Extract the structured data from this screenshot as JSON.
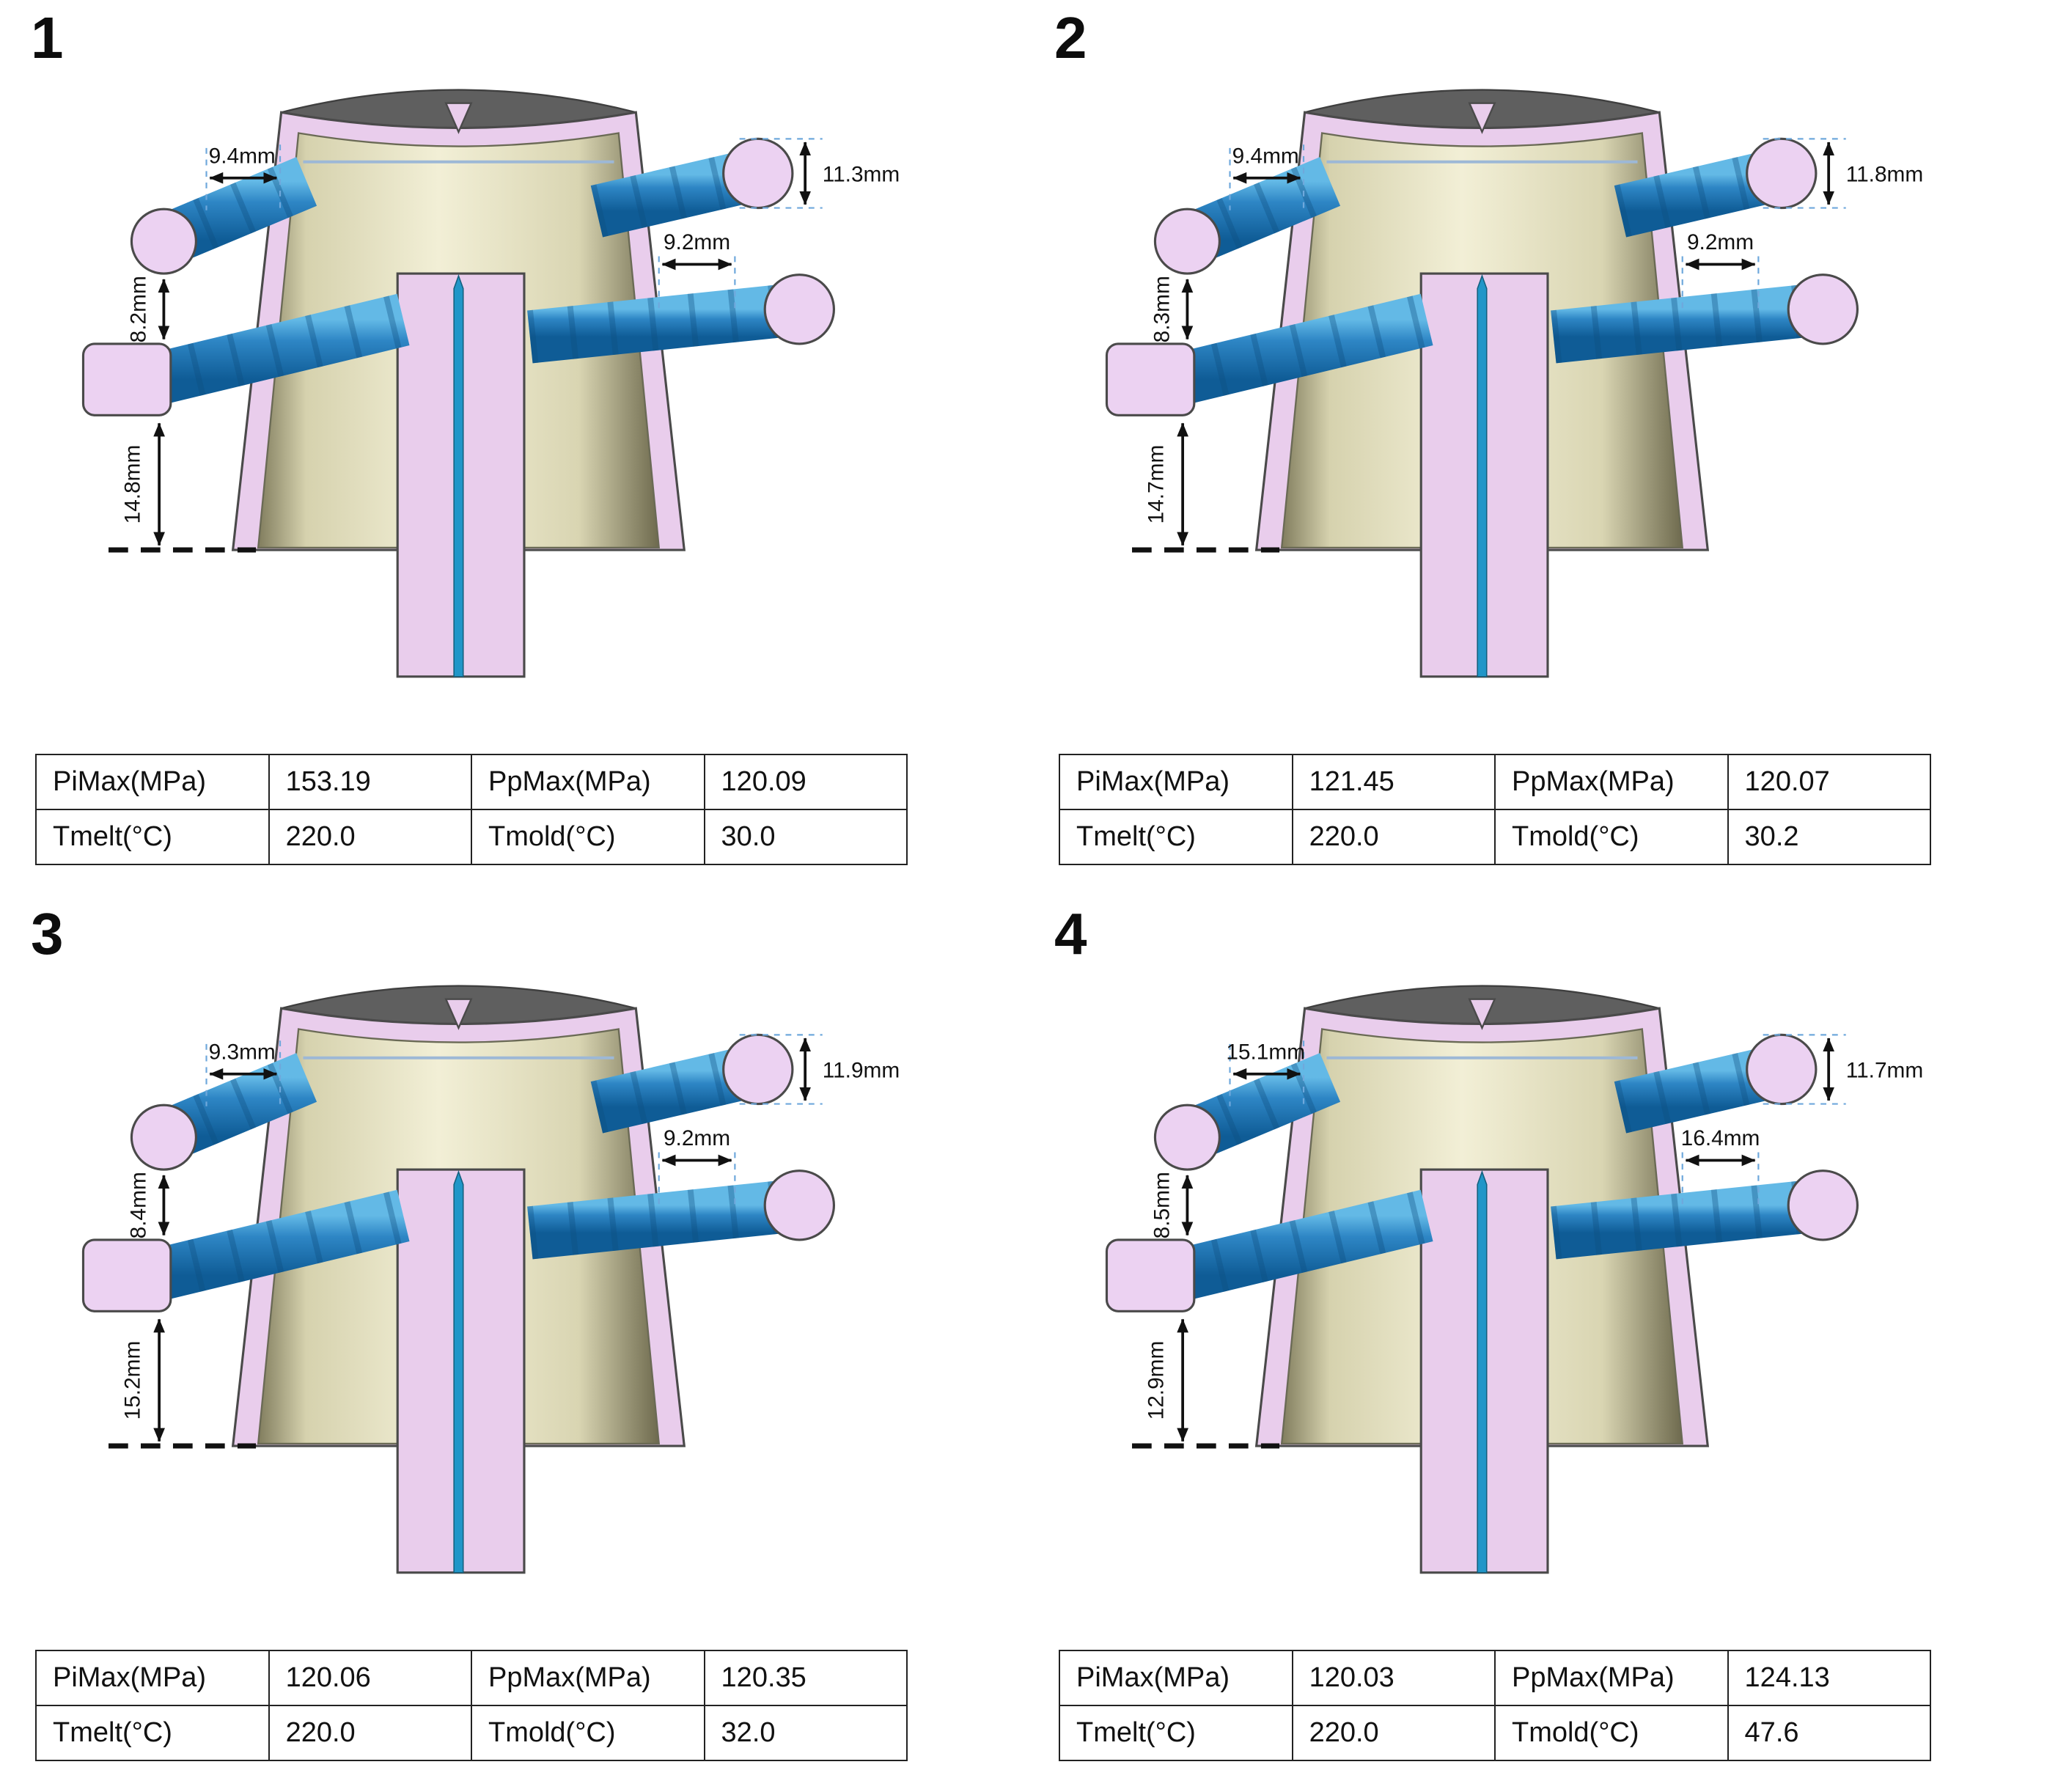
{
  "panels": [
    {
      "number": "1",
      "dims": {
        "top_left": "9.4mm",
        "top_right": "11.3mm",
        "right": "9.2mm",
        "left_upper": "8.2mm",
        "left_lower": "14.8mm"
      },
      "table": {
        "pimax_label": "PiMax(MPa)",
        "pimax_value": "153.19",
        "ppmax_label": "PpMax(MPa)",
        "ppmax_value": "120.09",
        "tmelt_label": "Tmelt(°C)",
        "tmelt_value": "220.0",
        "tmold_label": "Tmold(°C)",
        "tmold_value": "30.0"
      }
    },
    {
      "number": "2",
      "dims": {
        "top_left": "9.4mm",
        "top_right": "11.8mm",
        "right": "9.2mm",
        "left_upper": "8.3mm",
        "left_lower": "14.7mm"
      },
      "table": {
        "pimax_label": "PiMax(MPa)",
        "pimax_value": "121.45",
        "ppmax_label": "PpMax(MPa)",
        "ppmax_value": "120.07",
        "tmelt_label": "Tmelt(°C)",
        "tmelt_value": "220.0",
        "tmold_label": "Tmold(°C)",
        "tmold_value": "30.2"
      }
    },
    {
      "number": "3",
      "dims": {
        "top_left": "9.3mm",
        "top_right": "11.9mm",
        "right": "9.2mm",
        "left_upper": "8.4mm",
        "left_lower": "15.2mm"
      },
      "table": {
        "pimax_label": "PiMax(MPa)",
        "pimax_value": "120.06",
        "ppmax_label": "PpMax(MPa)",
        "ppmax_value": "120.35",
        "tmelt_label": "Tmelt(°C)",
        "tmelt_value": "220.0",
        "tmold_label": "Tmold(°C)",
        "tmold_value": "32.0"
      }
    },
    {
      "number": "4",
      "dims": {
        "top_left": "15.1mm",
        "top_right": "11.7mm",
        "right": "16.4mm",
        "left_upper": "8.5mm",
        "left_lower": "12.9mm"
      },
      "table": {
        "pimax_label": "PiMax(MPa)",
        "pimax_value": "120.03",
        "ppmax_label": "PpMax(MPa)",
        "ppmax_value": "124.13",
        "tmelt_label": "Tmelt(°C)",
        "tmelt_value": "220.0",
        "tmold_label": "Tmold(°C)",
        "tmold_value": "47.6"
      }
    }
  ],
  "colors": {
    "shell_pink": "#e9cdec",
    "channel_end_pink": "#ecd2f2",
    "core_tan": "#efecd2",
    "channel_blue": "#2e86c5",
    "sprue_blue": "#2196c8",
    "cavity_gray": "#5f5f5f"
  }
}
